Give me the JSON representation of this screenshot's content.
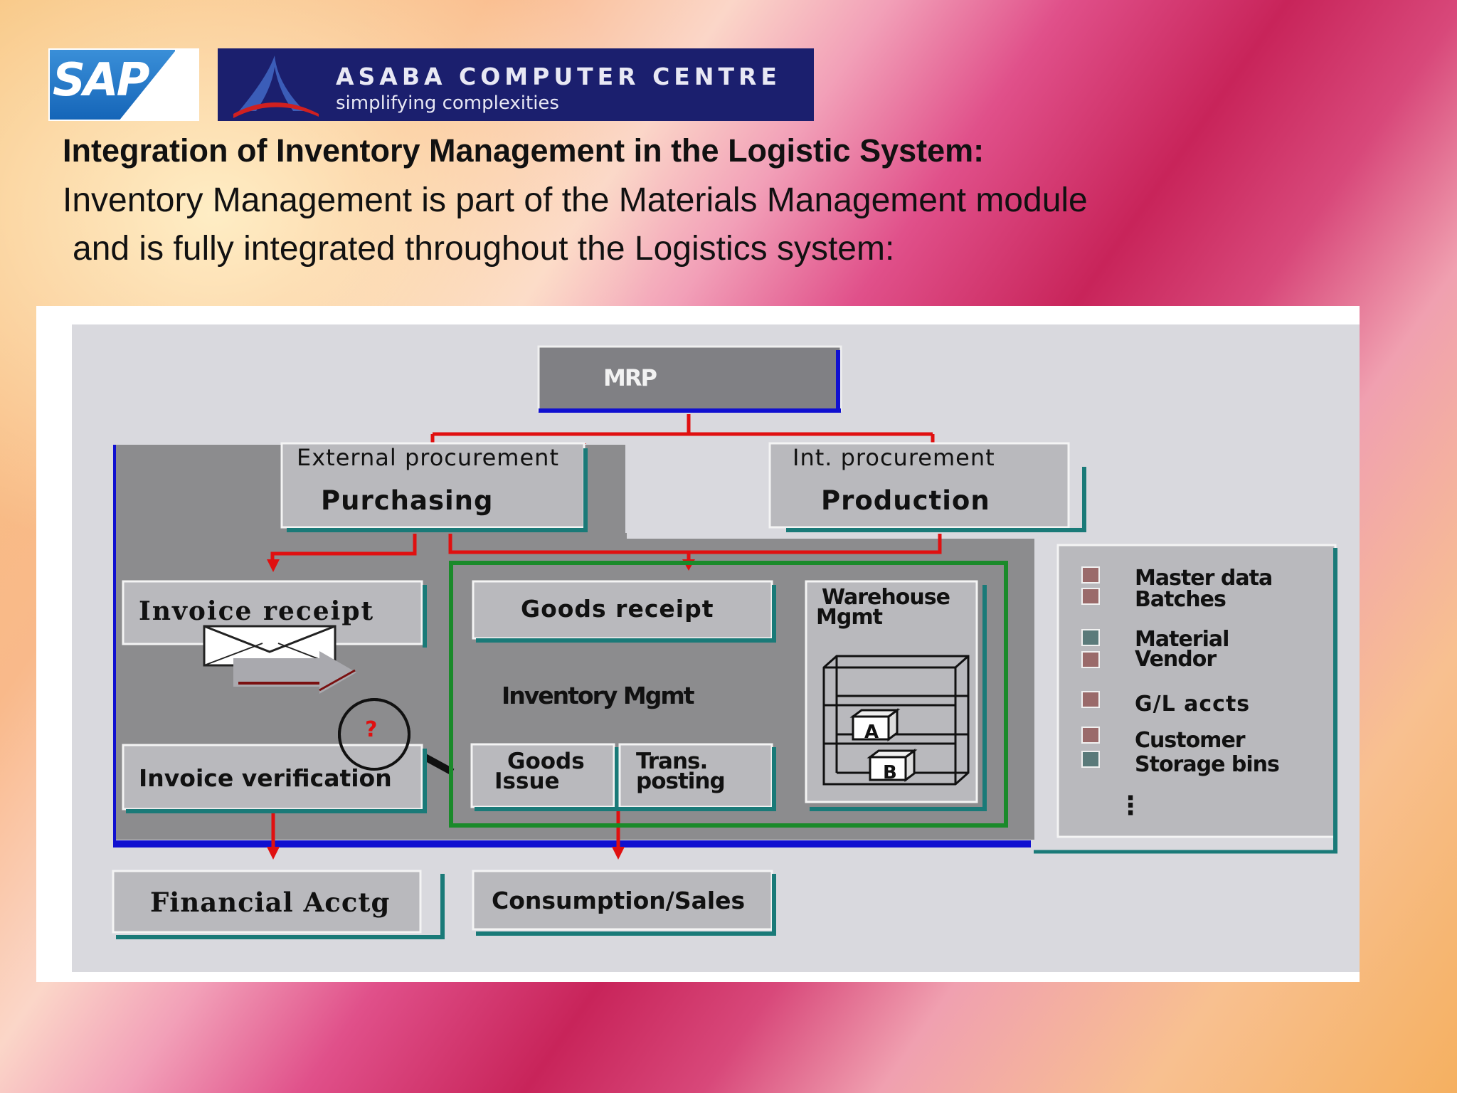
{
  "logos": {
    "sap": "SAP",
    "centre_name": "ASABA COMPUTER CENTRE",
    "centre_tagline": "simplifying complexities"
  },
  "heading": "Integration of Inventory Management in the Logistic System:",
  "intro_line1": "Inventory Management is part of the Materials Management module",
  "intro_line2": " and is fully integrated throughout the Logistics system:",
  "diagram": {
    "mrp": "MRP",
    "external_caption": "External procurement",
    "purchasing": "Purchasing",
    "internal_caption": "Int. procurement",
    "production": "Production",
    "invoice_receipt": "Invoice receipt",
    "invoice_verification": "Invoice verification",
    "goods_receipt": "Goods receipt",
    "inventory_mgmt": "Inventory Mgmt",
    "goods_issue_1": "Goods",
    "goods_issue_2": "Issue",
    "trans_posting_1": "Trans.",
    "trans_posting_2": "posting",
    "warehouse_1": "Warehouse",
    "warehouse_2": "Mgmt",
    "bin_a": "A",
    "bin_b": "B",
    "question_mark": "?",
    "financial_acctg": "Financial Acctg",
    "consumption_sales": "Consumption/Sales",
    "master_data_items": [
      "Master data",
      "Batches",
      "Material",
      "Vendor",
      "G/L accts",
      "Customer",
      "Storage bins"
    ],
    "more_indicator": "⋮"
  },
  "colors": {
    "red_connector": "#e01010",
    "blue_line": "#1010d0",
    "green_frame": "#1a8a2a",
    "teal_shadow": "#1a7a78",
    "box_gray": "#8a8a8a",
    "light_box": "#b9b9bd"
  }
}
